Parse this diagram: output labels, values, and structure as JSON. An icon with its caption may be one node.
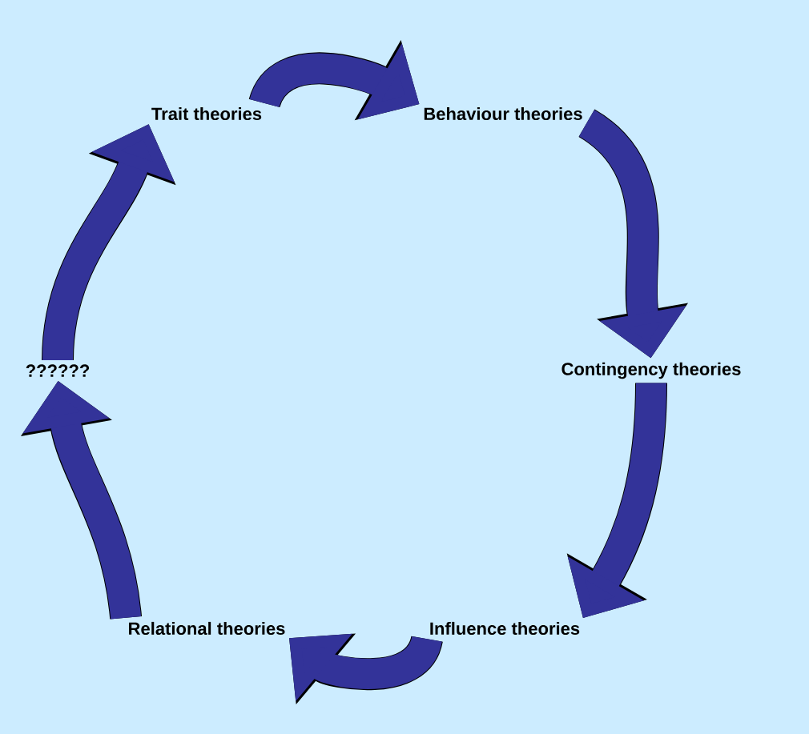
{
  "diagram": {
    "nodes": [
      {
        "text": [
          "Trait theories"
        ]
      },
      {
        "text": [
          "Behaviour theories"
        ]
      },
      {
        "text": [
          "Contingency theories"
        ]
      },
      {
        "text": [
          "Influence theories"
        ]
      },
      {
        "text": [
          "Relational theories"
        ]
      },
      {
        "text": [
          "??????"
        ]
      }
    ],
    "edges": [
      {
        "from": 0,
        "to": 1,
        "arrow": "to"
      },
      {
        "from": 1,
        "to": 2,
        "arrow": "to"
      },
      {
        "from": 2,
        "to": 3,
        "arrow": "to"
      },
      {
        "from": 3,
        "to": 4,
        "arrow": "to"
      },
      {
        "from": 4,
        "to": 5,
        "arrow": "to"
      },
      {
        "from": 5,
        "to": 0,
        "arrow": "to"
      }
    ]
  }
}
